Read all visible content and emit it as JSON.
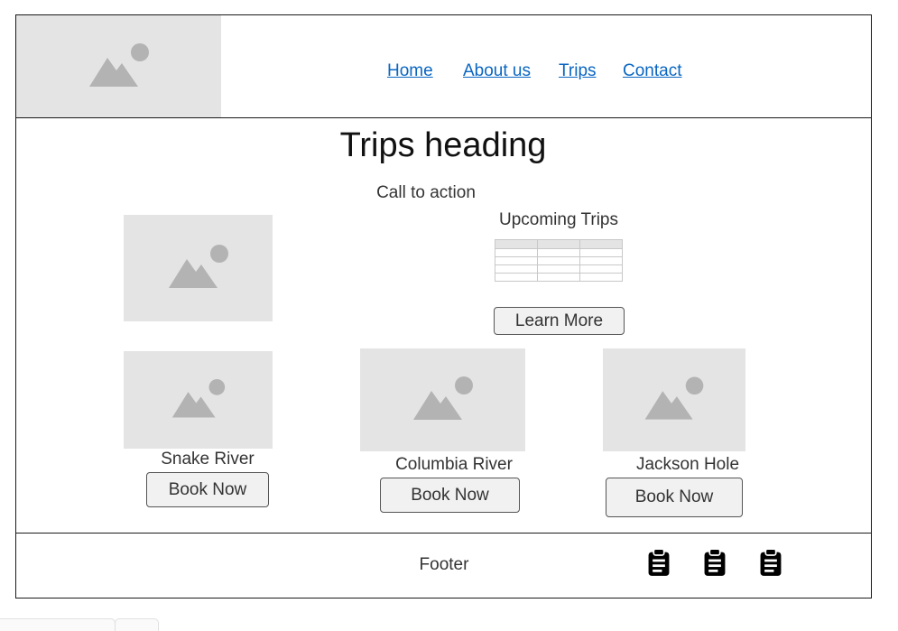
{
  "nav": {
    "links": [
      {
        "label": "Home"
      },
      {
        "label": "About us"
      },
      {
        "label": "Trips"
      },
      {
        "label": "Contact"
      }
    ]
  },
  "main": {
    "heading": "Trips heading",
    "call_to_action": "Call to action",
    "upcoming": {
      "title": "Upcoming Trips",
      "button_label": "Learn More"
    },
    "trips": [
      {
        "name": "Snake River",
        "button_label": "Book Now"
      },
      {
        "name": "Columbia River",
        "button_label": "Book Now"
      },
      {
        "name": "Jackson Hole",
        "button_label": "Book Now"
      }
    ]
  },
  "footer": {
    "label": "Footer",
    "icons": [
      "clipboard-icon",
      "clipboard-icon",
      "clipboard-icon"
    ]
  },
  "colors": {
    "link": "#0a66c2",
    "placeholder_bg": "#e4e4e4",
    "placeholder_glyph": "#b3b3b3",
    "border": "#1a1a1a"
  }
}
